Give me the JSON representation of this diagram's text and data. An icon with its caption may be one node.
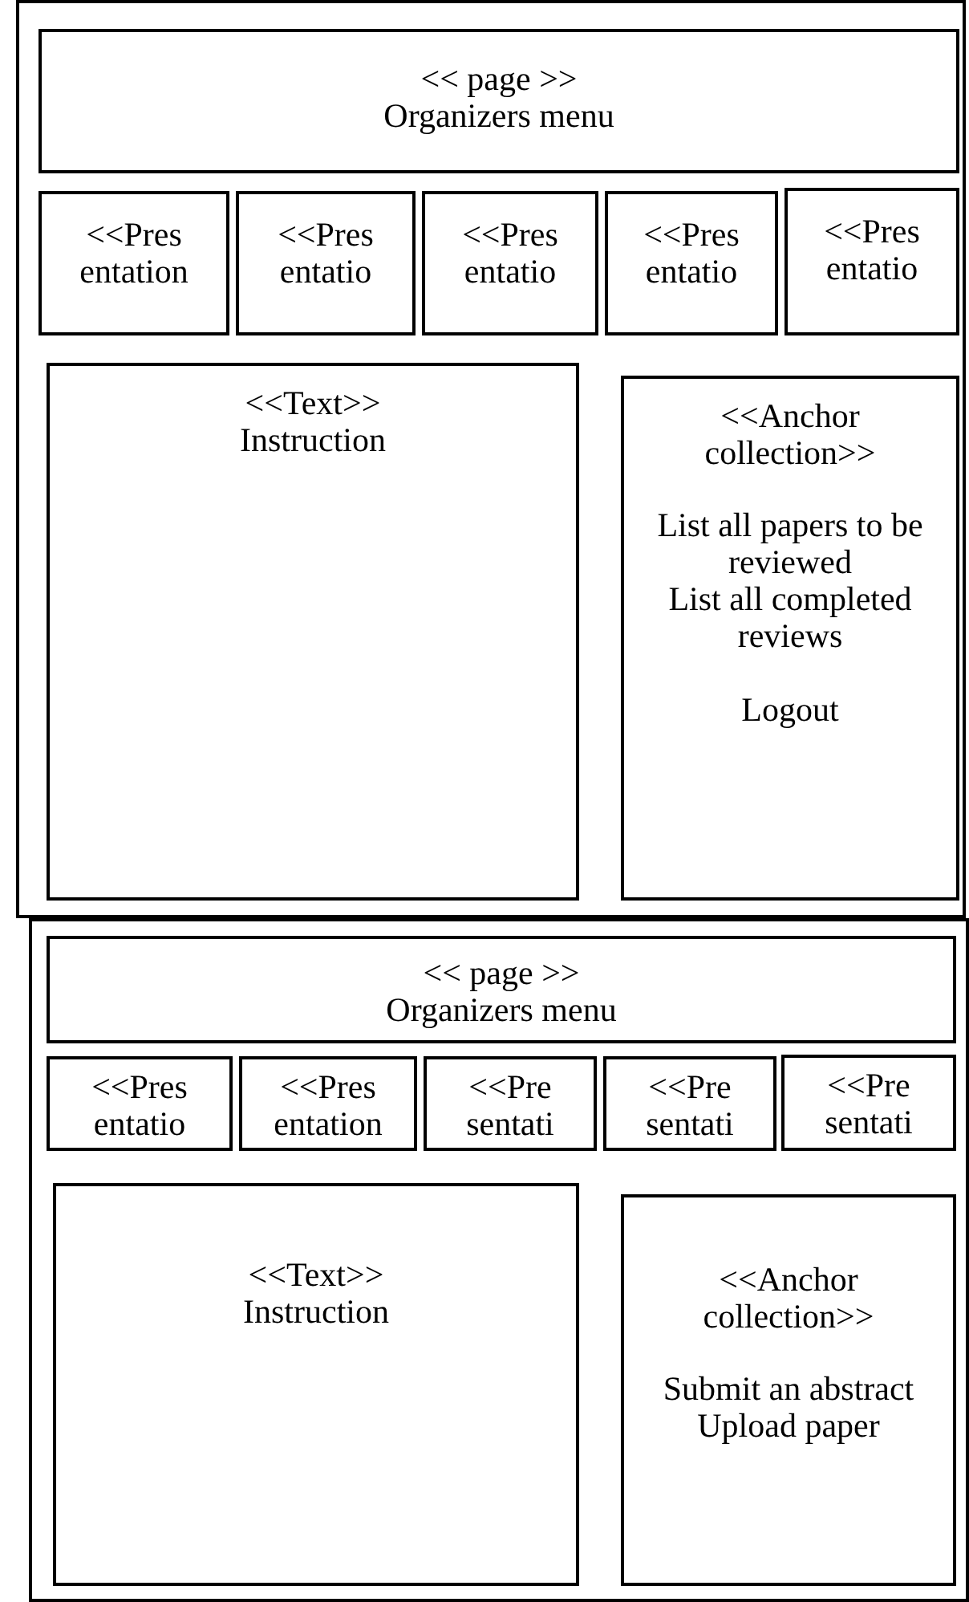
{
  "diagram": {
    "nodes": [
      {
        "text": [],
        "shape": "box"
      },
      {
        "text": [
          "<< page >>",
          "Organizers menu"
        ],
        "in": 0
      },
      {
        "text": [
          "<<Pres entation"
        ],
        "in": 0
      },
      {
        "text": [
          "<<Pres entatio"
        ],
        "in": 0
      },
      {
        "text": [
          "<<Pres entatio"
        ],
        "in": 0
      },
      {
        "text": [
          "<<Pres entatio"
        ],
        "in": 0
      },
      {
        "text": [
          "<<Pres entatio"
        ],
        "in": 0
      },
      {
        "text": [
          "<<Text>>",
          "Instruction"
        ],
        "in": 0
      },
      {
        "text": [
          "<<Anchor collection>>",
          "List all papers to be reviewed",
          "List all completed reviews",
          "Logout"
        ],
        "in": 0
      },
      {
        "text": [],
        "shape": "box"
      },
      {
        "text": [
          "<< page >>",
          "Organizers menu"
        ],
        "in": 9
      },
      {
        "text": [
          "<<Pres entatio"
        ],
        "in": 9
      },
      {
        "text": [
          "<<Pres entation"
        ],
        "in": 9
      },
      {
        "text": [
          "<<Pre sentati"
        ],
        "in": 9
      },
      {
        "text": [
          "<<Pre sentati"
        ],
        "in": 9
      },
      {
        "text": [
          "<<Pre sentati"
        ],
        "in": 9
      },
      {
        "text": [
          "<<Text>>",
          "Instruction"
        ],
        "in": 9
      },
      {
        "text": [
          "<<Anchor collection>>",
          "Submit an abstract",
          "Upload paper"
        ],
        "in": 9
      }
    ],
    "edges": []
  }
}
